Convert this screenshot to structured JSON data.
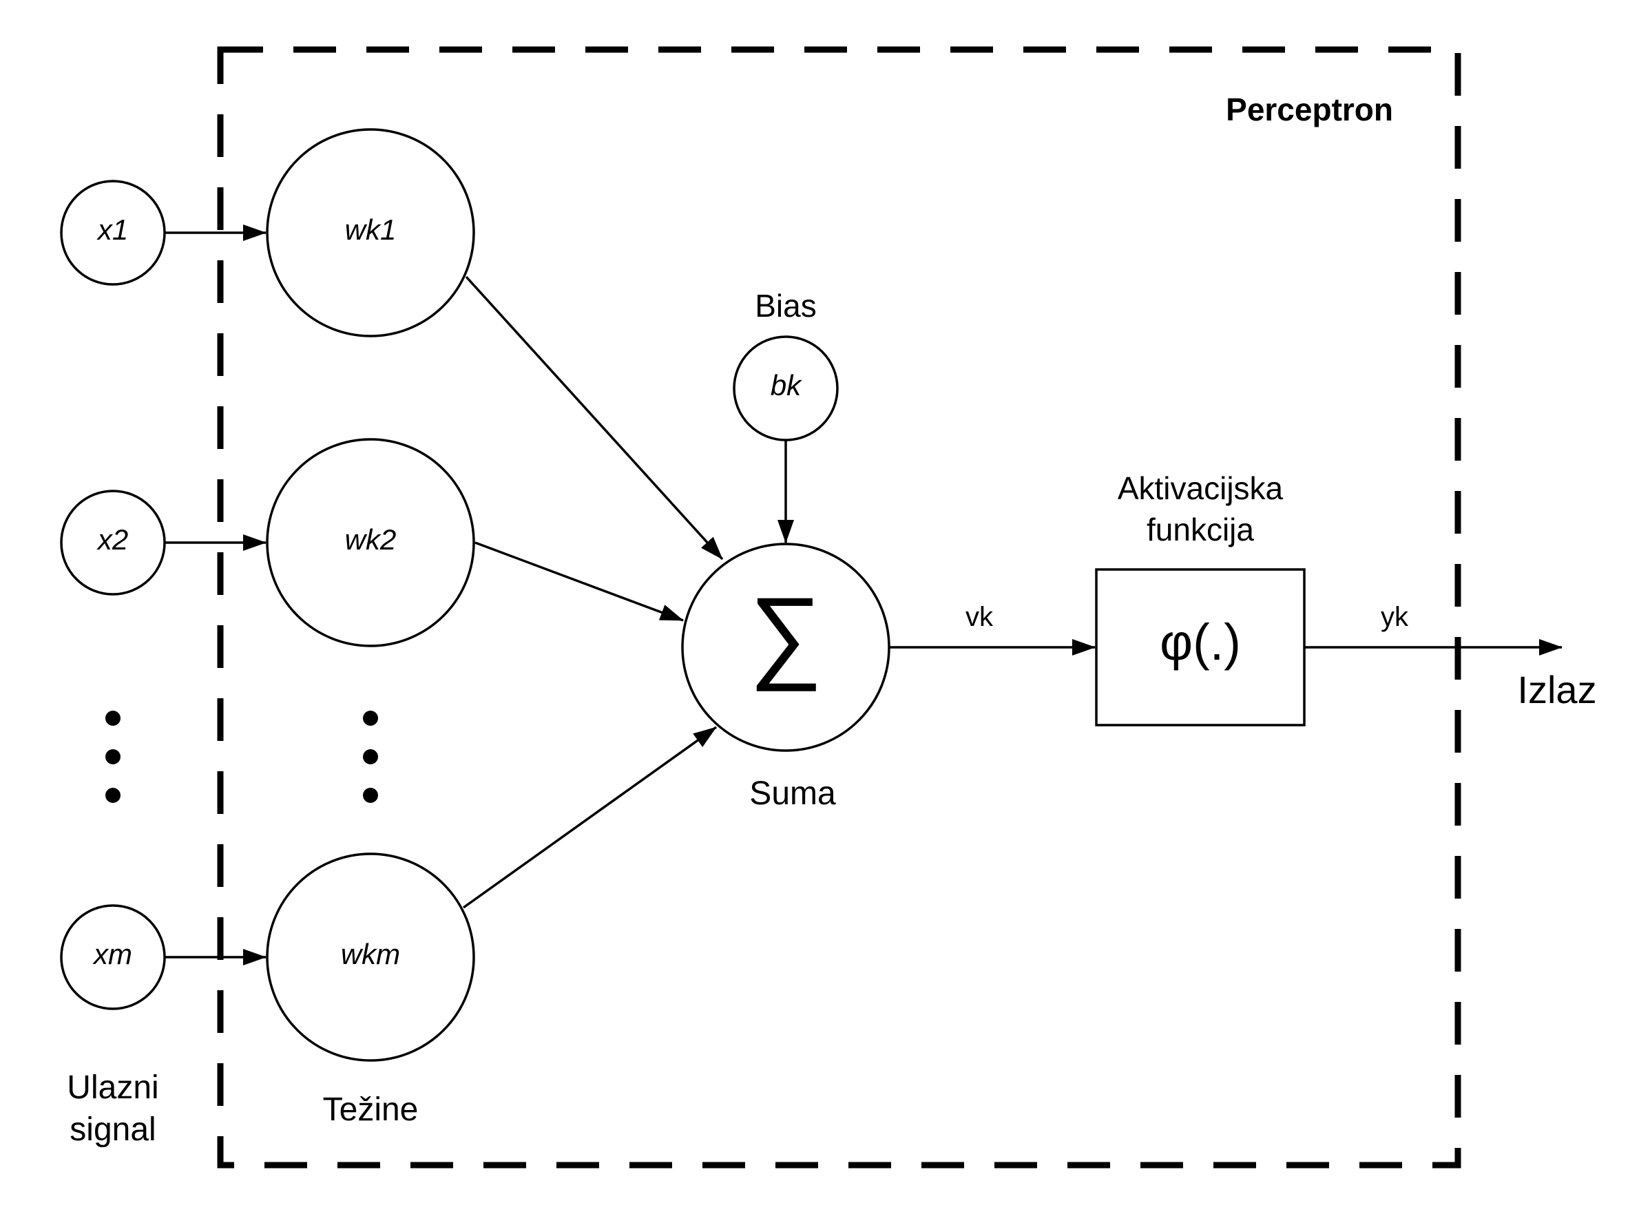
{
  "title": "Perceptron",
  "inputs": [
    {
      "label": "x1"
    },
    {
      "label": "x2"
    },
    {
      "label": "xm"
    }
  ],
  "weights": [
    {
      "label": "wk1"
    },
    {
      "label": "wk2"
    },
    {
      "label": "wkm"
    }
  ],
  "bias": {
    "heading": "Bias",
    "label": "bk"
  },
  "sum": {
    "symbol": "∑",
    "label": "Suma"
  },
  "activation": {
    "label_line1": "Aktivacijska",
    "label_line2": "funkcija",
    "symbol": "φ(.)"
  },
  "signals": {
    "vk": "vk",
    "yk": "yk"
  },
  "output_label": "Izlaz",
  "input_group_label_line1": "Ulazni",
  "input_group_label_line2": "signal",
  "weights_group_label": "Težine"
}
